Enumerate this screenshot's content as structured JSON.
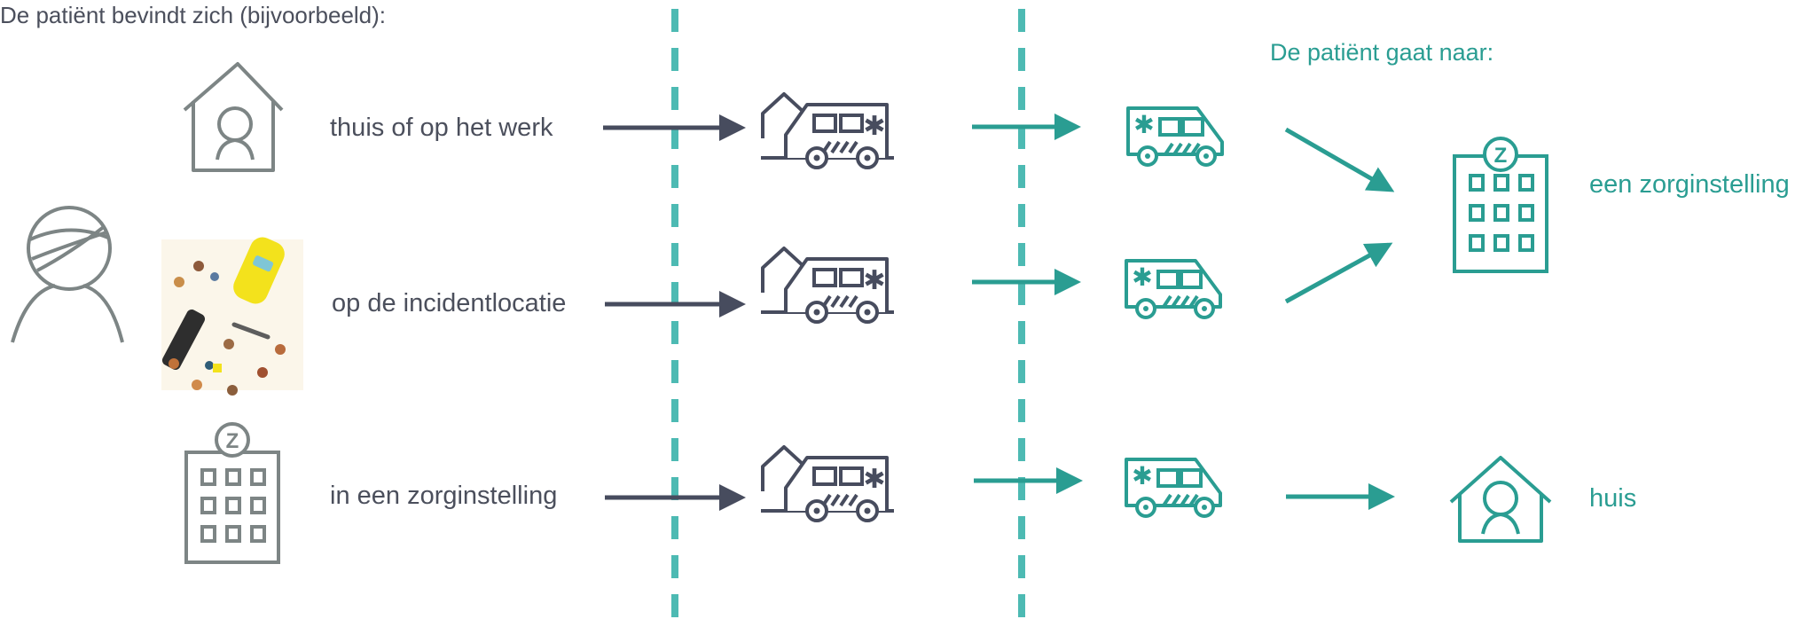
{
  "origin": {
    "heading": "De patiënt bevindt zich (bijvoorbeeld):",
    "locations": [
      {
        "label": "thuis of op het werk",
        "icon": "house-person-icon"
      },
      {
        "label": "op de incidentlocatie",
        "icon": "incident-scene-image"
      },
      {
        "label": "in een zorginstelling",
        "icon": "hospital-icon"
      }
    ]
  },
  "destination": {
    "heading": "De patiënt gaat naar:",
    "targets": [
      {
        "label": "een zorginstelling",
        "icon": "hospital-icon"
      },
      {
        "label": "huis",
        "icon": "house-person-icon"
      }
    ]
  },
  "colors": {
    "text_gray": "#4b4f5c",
    "icon_gray": "#7d8585",
    "ambulance_dark": "#474c5e",
    "teal": "#2a9d92",
    "divider": "#4dbab3"
  }
}
